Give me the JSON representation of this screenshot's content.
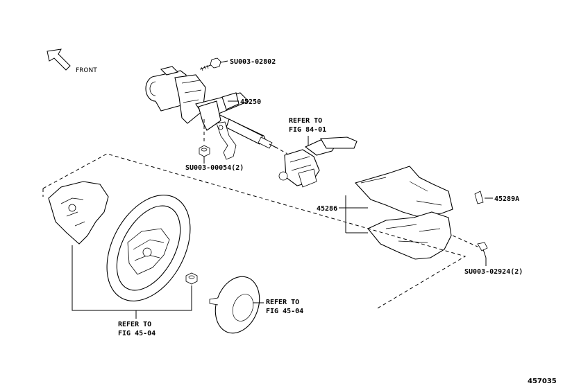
{
  "labels": {
    "front": "FRONT",
    "bolt_top": "SU003-02802",
    "column": "45250",
    "nut_column": "SU003-00054(2)",
    "refer_switch_1": "REFER TO",
    "refer_switch_2": "FIG 84-01",
    "cover_set": "45286",
    "clip": "45289A",
    "screw_cover": "SU003-02924(2)",
    "refer_wheel_1": "REFER TO",
    "refer_wheel_2": "FIG 45-04",
    "refer_pad_1": "REFER TO",
    "refer_pad_2": "FIG 45-04",
    "diagram_id": "457035"
  }
}
